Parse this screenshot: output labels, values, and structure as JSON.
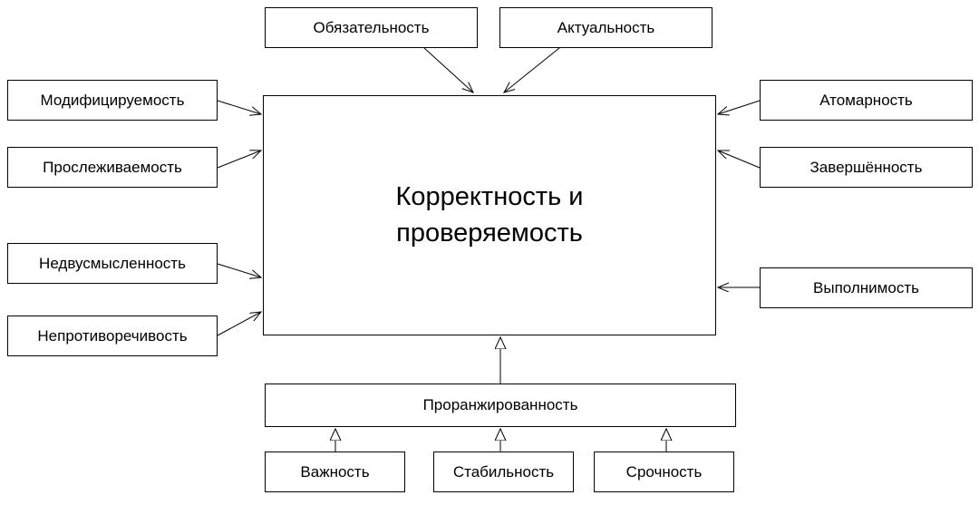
{
  "diagram": {
    "center": {
      "label": "Корректность и\nпроверяемость"
    },
    "top": [
      {
        "label": "Обязательность"
      },
      {
        "label": "Актуальность"
      }
    ],
    "left": [
      {
        "label": "Модифицируемость"
      },
      {
        "label": "Прослеживаемость"
      },
      {
        "label": "Недвусмысленность"
      },
      {
        "label": "Непротиворечивость"
      }
    ],
    "right": [
      {
        "label": "Атомарность"
      },
      {
        "label": "Завершённость"
      },
      {
        "label": "Выполнимость"
      }
    ],
    "bottom": {
      "label": "Проранжированность"
    },
    "sub": [
      {
        "label": "Важность"
      },
      {
        "label": "Стабильность"
      },
      {
        "label": "Срочность"
      }
    ]
  },
  "colors": {
    "border": "#000000",
    "background": "#ffffff",
    "text": "#000000",
    "arrow": "#000000"
  }
}
